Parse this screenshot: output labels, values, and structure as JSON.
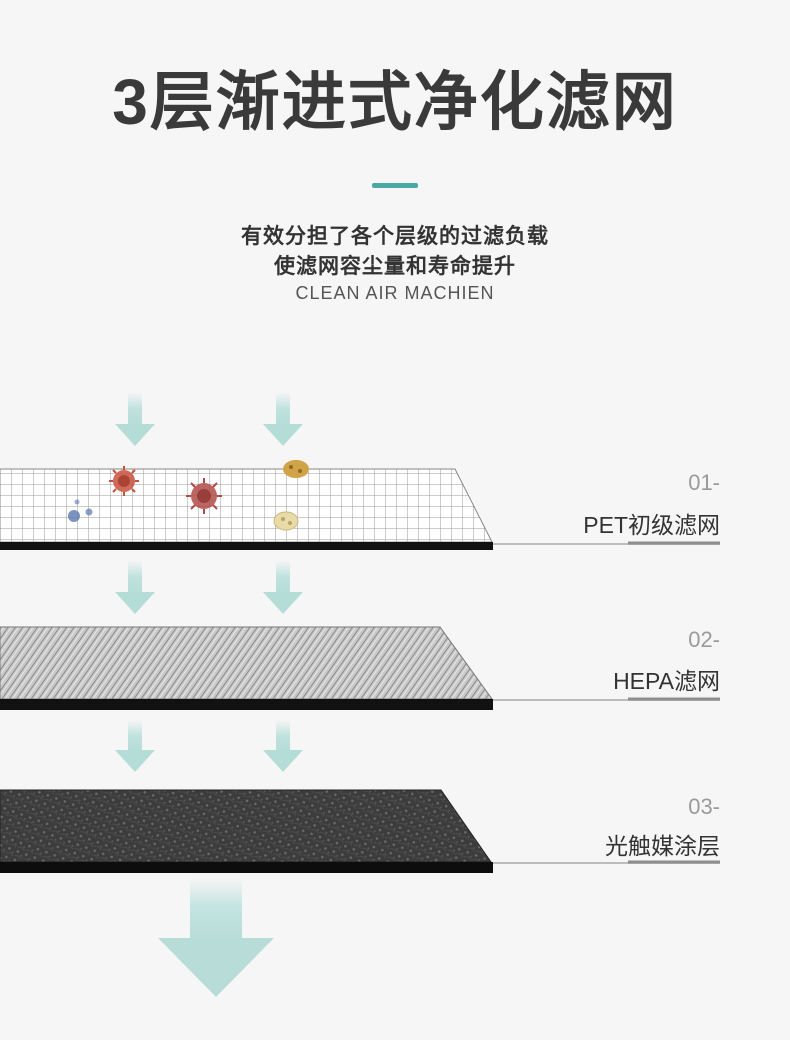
{
  "title": "3层渐进式净化滤网",
  "subtitle_line1": "有效分担了各个层级的过滤负载",
  "subtitle_line2": "使滤网容尘量和寿命提升",
  "subtitle_en": "CLEAN AIR MACHIEN",
  "layers": [
    {
      "number": "01-",
      "name": "PET初级滤网"
    },
    {
      "number": "02-",
      "name": "HEPA滤网"
    },
    {
      "number": "03-",
      "name": "光触媒涂层"
    }
  ],
  "colors": {
    "accent": "#4aa9a4",
    "arrow": "#bfe2de",
    "title": "#3a3a3a"
  }
}
